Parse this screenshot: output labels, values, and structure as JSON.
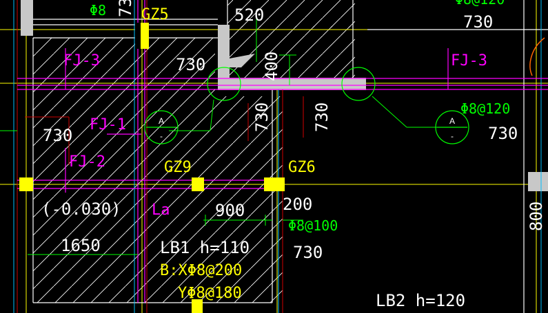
{
  "colors": {
    "background": "#000000",
    "white": "#ffffff",
    "yellow": "#ffff00",
    "magenta": "#ff00ff",
    "green": "#00ff00",
    "red": "#ff0000",
    "cyan": "#00c0ff",
    "grey": "#c0c0c0",
    "orange": "#ff6600",
    "pale_green": "#9cff9c"
  },
  "labels": {
    "gz5": "GZ5",
    "gz9": "GZ9",
    "gz6": "GZ6",
    "fj3_left": "FJ-3",
    "fj3_right": "FJ-3",
    "fj1": "FJ-1",
    "fj2": "FJ-2",
    "la": "La",
    "elev": "(-0.030)",
    "lb1_title": "LB1 h=110",
    "lb1_x": "B:XΦ8@200",
    "lb1_y": "YΦ8@180",
    "lb2_title": "LB2  h=120",
    "rebar_right": "Φ8@120",
    "rebar_mid": "Φ8@100",
    "rebar_top_left": "Φ8",
    "rebar_top_right": "Φ8@120",
    "section_a_left": "A",
    "section_a_left_sub": "-",
    "section_a_right": "A",
    "section_a_right_sub": "-"
  },
  "dims": {
    "d520": "520",
    "d730_top_right": "730",
    "d730_wall": "730",
    "d400": "400",
    "d730_v1": "730",
    "d730_v2": "730",
    "d730_left": "730",
    "d730_right": "730",
    "d900": "900",
    "d200": "200",
    "d730_mid": "730",
    "d1650": "1650",
    "d800": "800",
    "d73_top": "73"
  }
}
